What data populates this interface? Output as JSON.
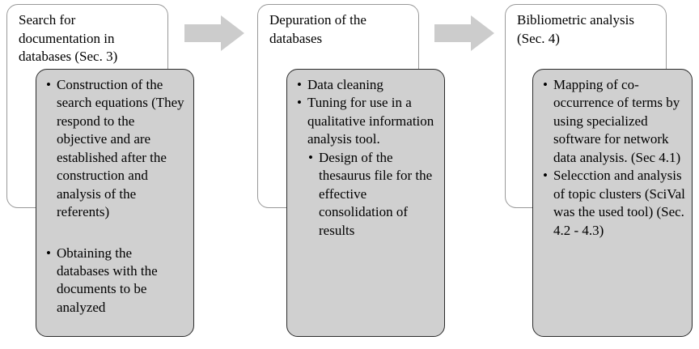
{
  "diagram": {
    "type": "process-flow",
    "orientation": "horizontal",
    "background_color": "#ffffff",
    "header_box_color": "#ffffff",
    "header_box_border_color": "#999999",
    "body_box_color": "#d0d0d0",
    "body_box_border_color": "#2b2b2b",
    "arrow_color": "#cccccc",
    "bullet_glyph": "•",
    "stages": [
      {
        "id": "stage-1",
        "title": "Search for documentation in databases (Sec. 3)",
        "bullets": [
          {
            "text": "Construction of the search equations (They respond to the objective and are established after the construction and analysis of the referents)",
            "indented": false
          },
          {
            "text": "Obtaining the databases with the documents to be analyzed",
            "indented": false
          }
        ]
      },
      {
        "id": "stage-2",
        "title": "Depuration of the databases",
        "bullets": [
          {
            "text": "Data cleaning",
            "indented": false
          },
          {
            "text": "Tuning for use in a qualitative information analysis tool.",
            "indented": false
          },
          {
            "text": "Design of the thesaurus file for the effective consolidation of results",
            "indented": true
          }
        ]
      },
      {
        "id": "stage-3",
        "title": "Bibliometric analysis (Sec. 4)",
        "bullets": [
          {
            "text": "Mapping of co-occurrence of terms by using specialized software for network data analysis. (Sec 4.1)",
            "indented": false
          },
          {
            "text": "Selecction and analysis of topic clusters (SciVal was the used tool) (Sec. 4.2 - 4.3)",
            "indented": false
          }
        ]
      }
    ],
    "connectors": [
      {
        "id": "arrow-1",
        "from": "stage-1",
        "to": "stage-2",
        "label": ""
      },
      {
        "id": "arrow-2",
        "from": "stage-2",
        "to": "stage-3",
        "label": ""
      }
    ]
  }
}
